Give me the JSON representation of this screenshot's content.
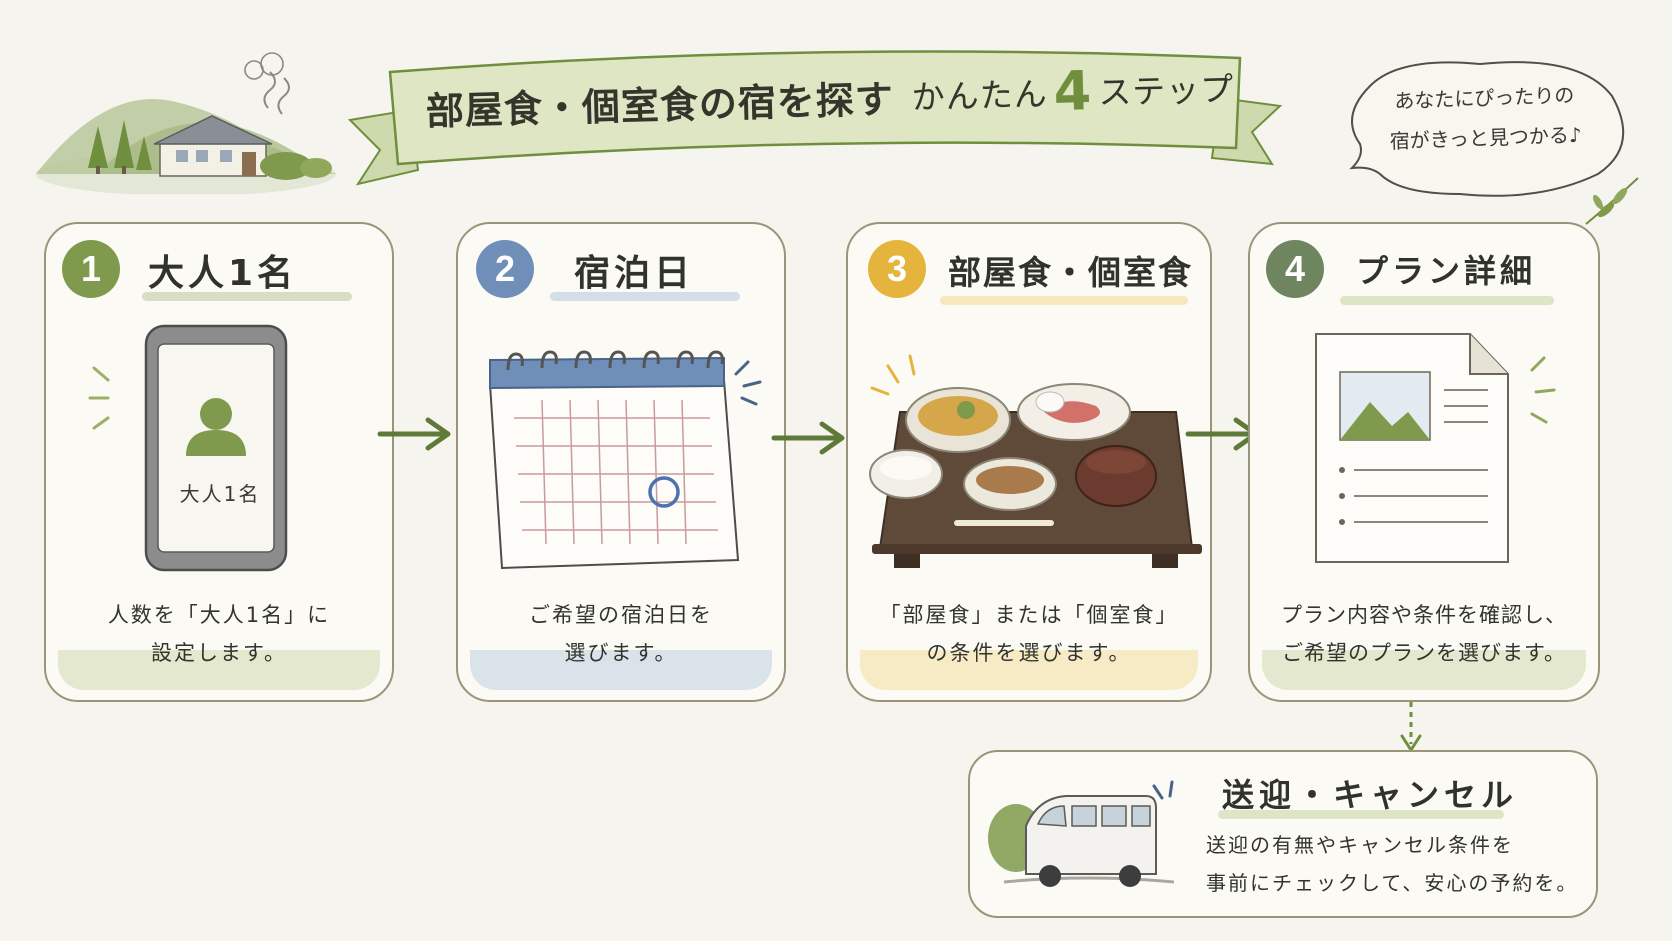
{
  "title": {
    "main": "部屋食・個室食の宿を探す",
    "sub_prefix": "かんたん",
    "number": "4",
    "sub_suffix": "ステップ"
  },
  "bubble": {
    "line1": "あなたにぴったりの",
    "line2": "宿がきっと見つかる♪"
  },
  "steps": [
    {
      "number": "1",
      "title": "大人1名",
      "screen_label": "大人1名",
      "desc_line1": "人数を「大人1名」に",
      "desc_line2": "設定します。",
      "color": "#7f9a4c"
    },
    {
      "number": "2",
      "title": "宿泊日",
      "desc_line1": "ご希望の宿泊日を",
      "desc_line2": "選びます。",
      "color": "#6f8fb8"
    },
    {
      "number": "3",
      "title": "部屋食・個室食",
      "desc_line1": "「部屋食」または「個室食」",
      "desc_line2": "の条件を選びます。",
      "color": "#e5b43c"
    },
    {
      "number": "4",
      "title": "プラン詳細",
      "desc_line1": "プラン内容や条件を確認し、",
      "desc_line2": "ご希望のプランを選びます。",
      "color": "#6f8560"
    }
  ],
  "extra": {
    "title": "送迎・キャンセル",
    "desc_line1": "送迎の有無やキャンセル条件を",
    "desc_line2": "事前にチェックして、安心の予約を。"
  },
  "colors": {
    "background": "#f6f4ee",
    "green": "#6f8f3e",
    "ribbon": "#dfe6c4",
    "card_border": "#9a9478"
  }
}
